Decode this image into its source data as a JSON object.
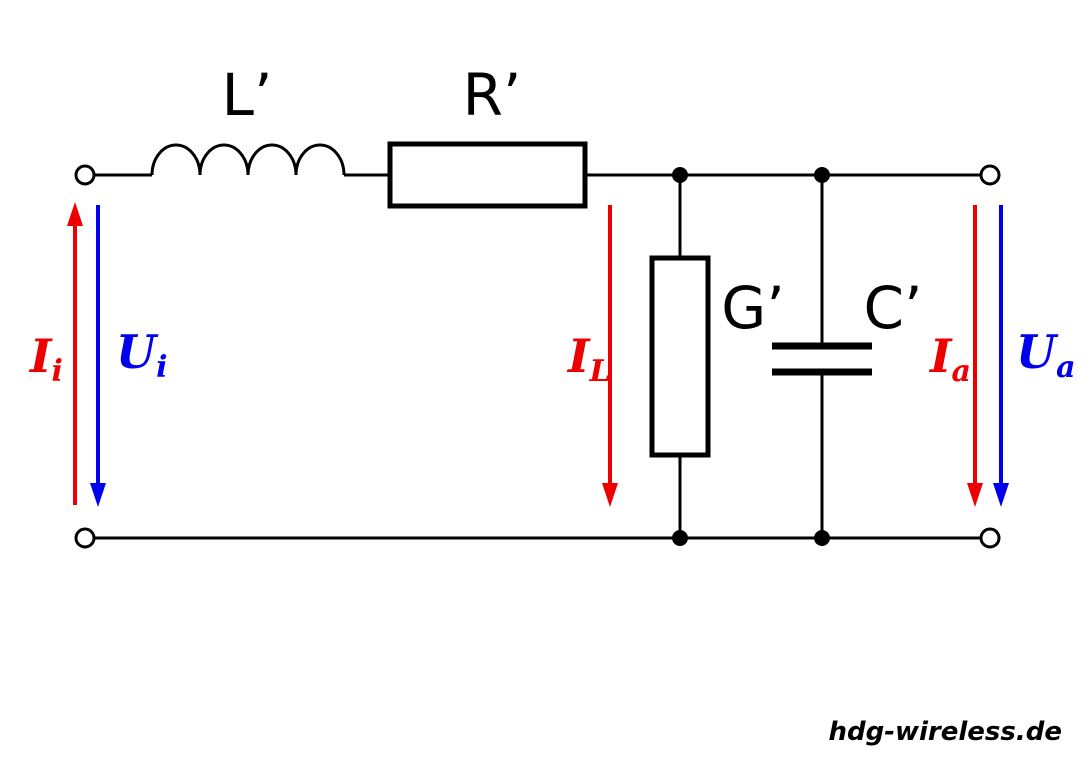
{
  "diagram": {
    "type": "transmission-line-equivalent-circuit",
    "components": {
      "inductor": {
        "label": "L’"
      },
      "resistor": {
        "label": "R’"
      },
      "conductance": {
        "label": "G’"
      },
      "capacitor": {
        "label": "C’"
      }
    },
    "quantities": {
      "input_current": {
        "symbol": "I",
        "sub": "i",
        "color": "#ee0000",
        "direction": "up"
      },
      "input_voltage": {
        "symbol": "U",
        "sub": "i",
        "color": "#0000ee",
        "direction": "down"
      },
      "shunt_current": {
        "symbol": "I",
        "sub": "L",
        "color": "#ee0000",
        "direction": "down"
      },
      "output_current": {
        "symbol": "I",
        "sub": "a",
        "color": "#ee0000",
        "direction": "down"
      },
      "output_voltage": {
        "symbol": "U",
        "sub": "a",
        "color": "#0000ee",
        "direction": "down"
      }
    },
    "colors": {
      "wire": "#000000",
      "current": "#ee0000",
      "voltage": "#0000ee",
      "background": "#ffffff"
    },
    "watermark": "hdg-wireless.de"
  }
}
